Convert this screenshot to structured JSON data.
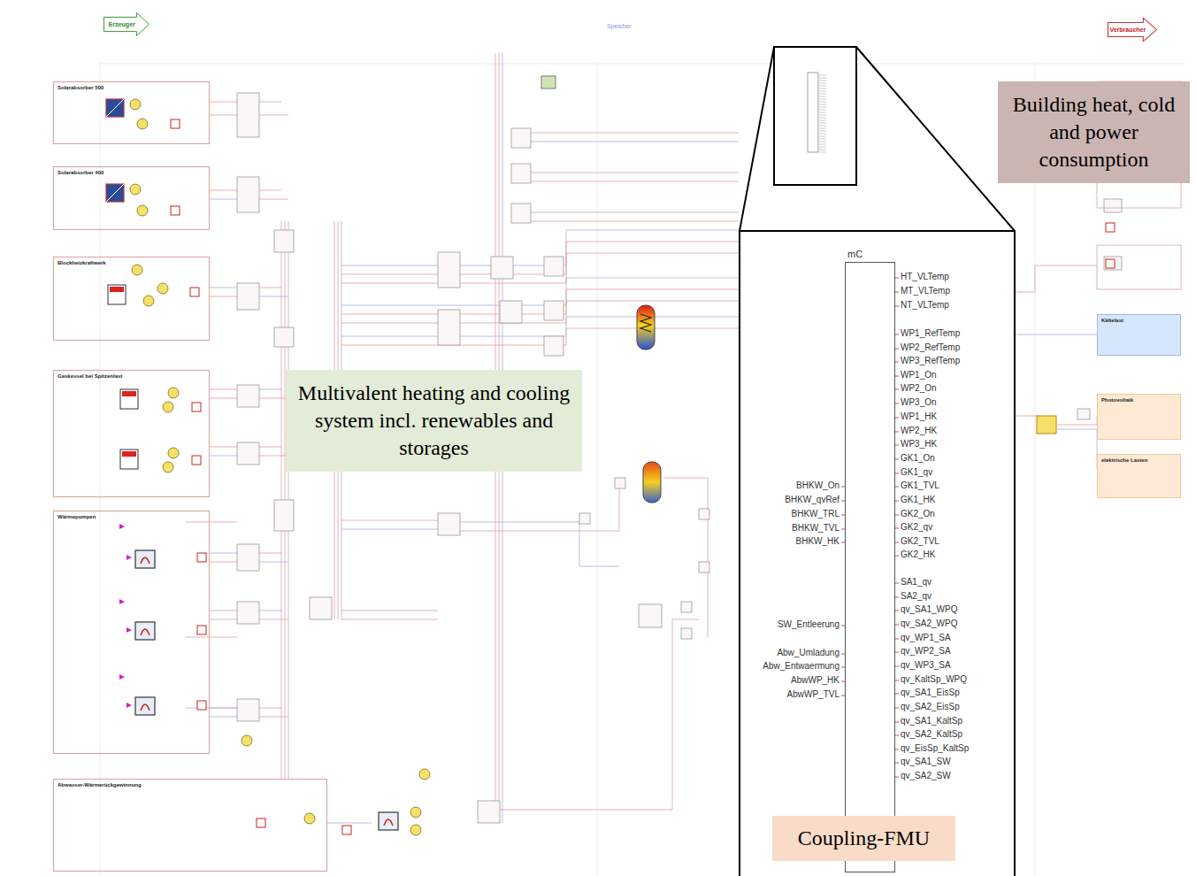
{
  "diagram": {
    "nodes": [
      {
        "text": [
          "Erzeuger"
        ]
      },
      {
        "text": [
          "Verbraucher"
        ]
      },
      {
        "text": [
          "Building heat, cold and power consumption"
        ]
      },
      {
        "text": [
          "Solarabsorber 500"
        ]
      },
      {
        "text": [
          "Solarabsorber 400"
        ]
      },
      {
        "text": [
          "Blockheizkraftwerk"
        ]
      },
      {
        "text": [
          "Multivalent heating and cooling system incl. renewables and storages"
        ]
      },
      {
        "text": [
          "Gaskessel bei Spitzenlast"
        ]
      },
      {
        "text": [
          "Wärmepumpen"
        ]
      },
      {
        "text": [
          "Abwasser-Wärmerückgewinnung"
        ]
      },
      {
        "text": [
          "mC"
        ]
      },
      {
        "text": [
          "Coupling-FMU"
        ]
      },
      {
        "text": [
          "Kältelast"
        ]
      },
      {
        "text": [
          "Photovoltaik"
        ]
      },
      {
        "text": [
          "elektrische Lasten"
        ]
      }
    ],
    "labels": [
      "Speicher",
      "HT_VLTemp",
      "MT_VLTemp",
      "NT_VLTemp",
      "WP1_RefTemp",
      "WP2_RefTemp",
      "WP3_RefTemp",
      "WP1_On",
      "WP2_On",
      "WP3_On",
      "WP1_HK",
      "WP2_HK",
      "WP3_HK",
      "GK1_On",
      "GK1_qv",
      "GK1_TVL",
      "GK1_HK",
      "GK2_On",
      "GK2_qv",
      "GK2_TVL",
      "GK2_HK",
      "SA1_qv",
      "SA2_qv",
      "qv_SA1_WPQ",
      "qv_SA2_WPQ",
      "qv_WP1_SA",
      "qv_WP2_SA",
      "qv_WP3_SA",
      "qv_KaltSp_WPQ",
      "qv_SA1_EisSp",
      "qv_SA2_EisSp",
      "qv_SA1_KaltSp",
      "qv_SA2_KaltSp",
      "qv_EisSp_KaltSp",
      "qv_SA1_SW",
      "qv_SA2_SW",
      "BHKW_On",
      "BHKW_qvRef",
      "BHKW_TRL",
      "BHKW_TVL",
      "BHKW_HK",
      "SW_Entleerung",
      "Abw_Umladung",
      "Abw_Entwaermung",
      "AbwWP_HK",
      "AbwWP_TVL"
    ]
  }
}
